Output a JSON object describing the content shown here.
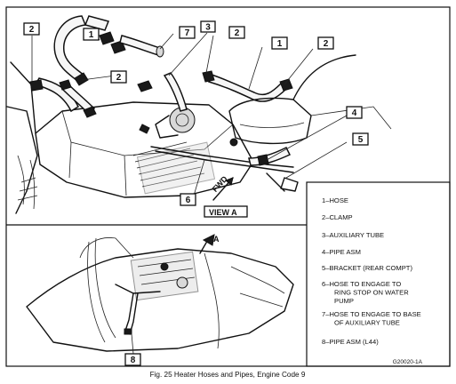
{
  "callouts": {
    "top_left_2": "2",
    "top_1": "1",
    "top_2_mid": "2",
    "top_7": "7",
    "top_3": "3",
    "top_2_center": "2",
    "top_1_right": "1",
    "top_2_right": "2",
    "right_4": "4",
    "right_5": "5",
    "center_6": "6",
    "bottom_8": "8",
    "bottom_a": "A"
  },
  "view_label": "VIEW A",
  "fwd_label": "FWD",
  "legend": [
    {
      "line1": "1–HOSE",
      "line2": "",
      "line3": ""
    },
    {
      "line1": "2–CLAMP",
      "line2": "",
      "line3": ""
    },
    {
      "line1": "3–AUXILIARY TUBE",
      "line2": "",
      "line3": ""
    },
    {
      "line1": "4–PIPE ASM",
      "line2": "",
      "line3": ""
    },
    {
      "line1": "5–BRACKET (REAR COMPT)",
      "line2": "",
      "line3": ""
    },
    {
      "line1": "6–HOSE TO ENGAGE TO",
      "line2": "RING STOP ON WATER",
      "line3": "PUMP"
    },
    {
      "line1": "7–HOSE TO ENGAGE TO BASE",
      "line2": "OF AUXILIARY TUBE",
      "line3": ""
    },
    {
      "line1": "8–PIPE ASM (L44)",
      "line2": "",
      "line3": ""
    }
  ],
  "figure_code": "G20020-1A",
  "caption": "Fig. 25 Heater Hoses and Pipes, Engine Code 9"
}
